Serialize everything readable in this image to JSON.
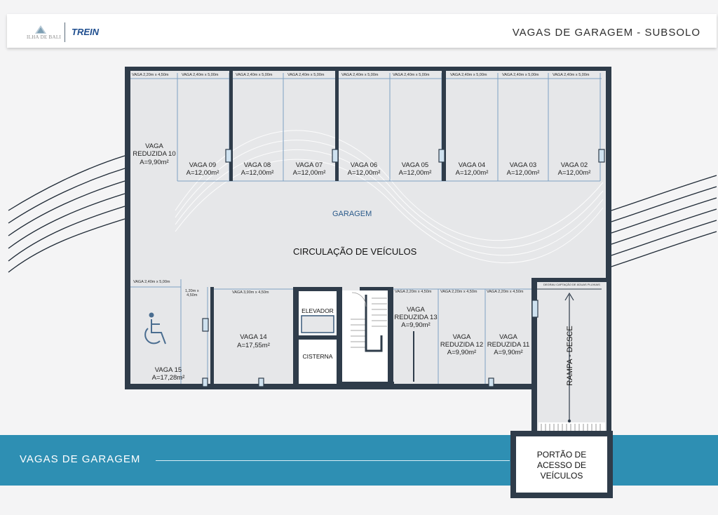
{
  "header": {
    "logo_ilha": "ILHA DE BALI",
    "logo_trein": "TREIN",
    "title": "VAGAS DE GARAGEM - SUBSOLO"
  },
  "footer": {
    "title": "VAGAS DE GARAGEM"
  },
  "plan": {
    "garagem_label": "GARAGEM",
    "circulacao_label": "CIRCULAÇÃO DE VEÍCULOS",
    "elevador_label": "ELEVADOR",
    "cisterna_label": "CISTERNA",
    "rampa_label": "RAMPA - DESCE",
    "portao_label": "PORTÃO DE\nACESSO DE\nVEÍCULOS",
    "ramp_note": "DEGRAU CAPTAÇÃO DE ÁGUAS PLUVIAIS",
    "pcd_icon": "wheelchair-icon",
    "top_spots": [
      {
        "id": "10",
        "name": "VAGA\nREDUZIDA 10",
        "area": "A=9,90m²",
        "dim": "VAGA 2,20m x 4,50m"
      },
      {
        "id": "09",
        "name": "VAGA 09",
        "area": "A=12,00m²",
        "dim": "VAGA 2,40m x 5,00m"
      },
      {
        "id": "08",
        "name": "VAGA 08",
        "area": "A=12,00m²",
        "dim": "VAGA 2,40m x 5,00m"
      },
      {
        "id": "07",
        "name": "VAGA 07",
        "area": "A=12,00m²",
        "dim": "VAGA 2,40m x 5,00m"
      },
      {
        "id": "06",
        "name": "VAGA 06",
        "area": "A=12,00m²",
        "dim": "VAGA 2,40m x 5,00m"
      },
      {
        "id": "05",
        "name": "VAGA 05",
        "area": "A=12,00m²",
        "dim": "VAGA 2,40m x 5,00m"
      },
      {
        "id": "04",
        "name": "VAGA 04",
        "area": "A=12,00m²",
        "dim": "VAGA 2,40m x 5,00m"
      },
      {
        "id": "03",
        "name": "VAGA 03",
        "area": "A=12,00m²",
        "dim": "VAGA 2,40m x 5,00m"
      },
      {
        "id": "02",
        "name": "VAGA 02",
        "area": "A=12,00m²",
        "dim": "VAGA 2,40m x 5,00m"
      }
    ],
    "bottom_spots": [
      {
        "id": "15",
        "name": "VAGA 15",
        "area": "A=17,28m²",
        "dim": "VAGA 2,40m x 5,00m"
      },
      {
        "id": "15b",
        "name": "",
        "area": "",
        "dim": "1,20m x\n4,50m"
      },
      {
        "id": "14",
        "name": "VAGA 14",
        "area": "A=17,55m²",
        "dim": "VAGA 3,90m x 4,50m"
      },
      {
        "id": "13",
        "name": "VAGA\nREDUZIDA 13",
        "area": "A=9,90m²",
        "dim": "VAGA 2,20m x 4,50m"
      },
      {
        "id": "12",
        "name": "VAGA\nREDUZIDA 12",
        "area": "A=9,90m²",
        "dim": "VAGA 2,20m x 4,50m"
      },
      {
        "id": "11",
        "name": "VAGA\nREDUZIDA 11",
        "area": "A=9,90m²",
        "dim": "VAGA 2,20m x 4,50m"
      }
    ]
  }
}
